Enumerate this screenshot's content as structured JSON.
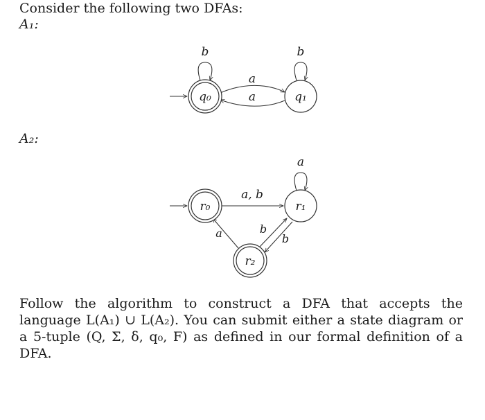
{
  "intro": "Consider the following two DFAs:",
  "a1": {
    "label": "A₁:",
    "states": [
      "q₀",
      "q₁"
    ],
    "loop_labels": [
      "b",
      "b"
    ],
    "edge_labels": [
      "a",
      "a"
    ]
  },
  "a2": {
    "label": "A₂:",
    "states": [
      "r₀",
      "r₁",
      "r₂"
    ],
    "loop_labels": [
      "a"
    ],
    "edge_labels": [
      "a, b",
      "a",
      "b",
      "b"
    ]
  },
  "question": "Follow the algorithm to construct a DFA that accepts the language L(A₁) ∪ L(A₂). You can submit either a state diagram or a 5-tuple (Q, Σ, δ, q₀, F) as defined in our formal definition of a DFA."
}
